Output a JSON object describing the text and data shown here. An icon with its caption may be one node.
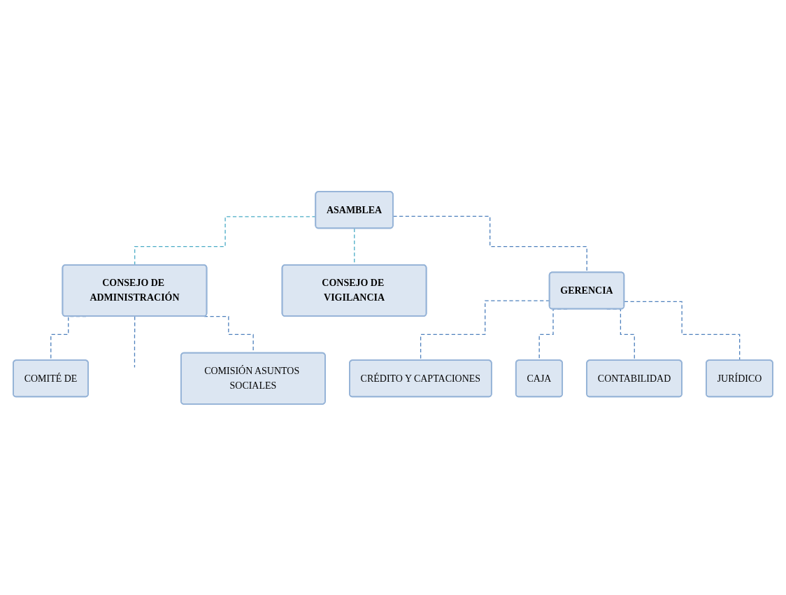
{
  "diagram": {
    "nodes": [
      {
        "text": [
          "ASAMBLEA"
        ]
      },
      {
        "text": [
          "CONSEJO DE ADMINISTRACIÓN"
        ]
      },
      {
        "text": [
          "CONSEJO DE VIGILANCIA"
        ]
      },
      {
        "text": [
          "COMITÉ DE"
        ]
      },
      {
        "text": [
          "COMISIÓN ASUNTOS SOCIALES"
        ]
      },
      {
        "text": [
          "GERENCIA"
        ]
      },
      {
        "text": [
          "CRÉDITO Y CAPTACIONES"
        ]
      },
      {
        "text": [
          "CAJA"
        ]
      },
      {
        "text": [
          "CONTABILIDAD"
        ]
      },
      {
        "text": [
          "JURÍDICO"
        ]
      }
    ],
    "edges": [
      {
        "from": 0,
        "to": 1,
        "arrow": "none",
        "style": "dashed",
        "color": "#4bacc6"
      },
      {
        "from": 0,
        "to": 2,
        "arrow": "none",
        "style": "dashed",
        "color": "#4bacc6"
      },
      {
        "from": 0,
        "to": 5,
        "arrow": "none",
        "style": "dashed"
      },
      {
        "from": 1,
        "to": 3,
        "arrow": "none",
        "style": "dashed"
      },
      {
        "from": 1,
        "to": null,
        "arrow": "none",
        "style": "dashed"
      },
      {
        "from": 1,
        "to": 4,
        "arrow": "none",
        "style": "dashed"
      },
      {
        "from": 5,
        "to": 6,
        "arrow": "none",
        "style": "dashed"
      },
      {
        "from": 5,
        "to": 7,
        "arrow": "none",
        "style": "dashed"
      },
      {
        "from": 5,
        "to": 8,
        "arrow": "none",
        "style": "dashed"
      },
      {
        "from": 5,
        "to": 9,
        "arrow": "none",
        "style": "dashed"
      }
    ]
  }
}
